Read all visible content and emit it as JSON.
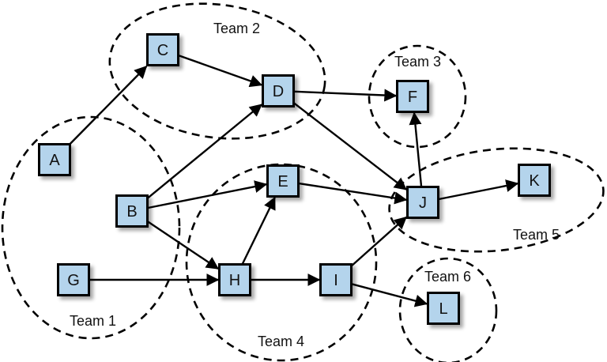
{
  "diagram": {
    "type": "directed-graph",
    "node_fill": "#b4d4ec",
    "teams": [
      {
        "id": "team1",
        "label": "Team 1",
        "members": [
          "A",
          "B",
          "G"
        ]
      },
      {
        "id": "team2",
        "label": "Team 2",
        "members": [
          "C",
          "D"
        ]
      },
      {
        "id": "team3",
        "label": "Team 3",
        "members": [
          "F"
        ]
      },
      {
        "id": "team4",
        "label": "Team 4",
        "members": [
          "E",
          "H",
          "I"
        ]
      },
      {
        "id": "team5",
        "label": "Team 5",
        "members": [
          "J",
          "K"
        ]
      },
      {
        "id": "team6",
        "label": "Team 6",
        "members": [
          "L"
        ]
      }
    ],
    "nodes": [
      {
        "id": "A",
        "label": "A"
      },
      {
        "id": "B",
        "label": "B"
      },
      {
        "id": "C",
        "label": "C"
      },
      {
        "id": "D",
        "label": "D"
      },
      {
        "id": "E",
        "label": "E"
      },
      {
        "id": "F",
        "label": "F"
      },
      {
        "id": "G",
        "label": "G"
      },
      {
        "id": "H",
        "label": "H"
      },
      {
        "id": "I",
        "label": "I"
      },
      {
        "id": "J",
        "label": "J"
      },
      {
        "id": "K",
        "label": "K"
      },
      {
        "id": "L",
        "label": "L"
      }
    ],
    "edges": [
      {
        "from": "A",
        "to": "C"
      },
      {
        "from": "C",
        "to": "D"
      },
      {
        "from": "B",
        "to": "D"
      },
      {
        "from": "D",
        "to": "F"
      },
      {
        "from": "D",
        "to": "J"
      },
      {
        "from": "B",
        "to": "E"
      },
      {
        "from": "B",
        "to": "H"
      },
      {
        "from": "G",
        "to": "H"
      },
      {
        "from": "H",
        "to": "E"
      },
      {
        "from": "H",
        "to": "I"
      },
      {
        "from": "E",
        "to": "J"
      },
      {
        "from": "I",
        "to": "J"
      },
      {
        "from": "I",
        "to": "L"
      },
      {
        "from": "J",
        "to": "F"
      },
      {
        "from": "J",
        "to": "K"
      }
    ]
  }
}
